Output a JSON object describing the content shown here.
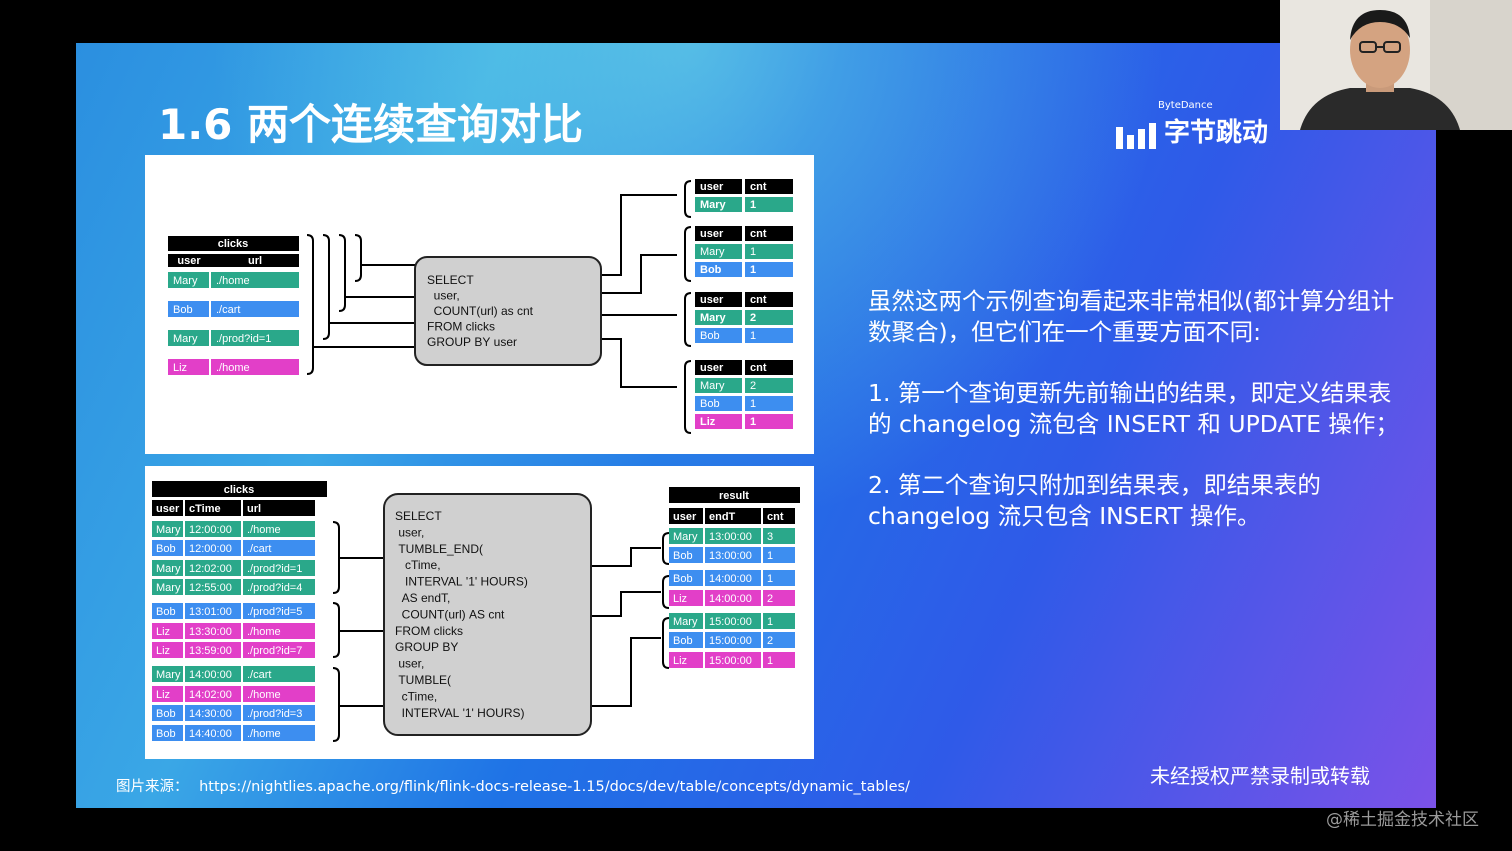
{
  "slide": {
    "title": "1.6 两个连续查询对比",
    "brand_small": "ByteDance",
    "brand": "字节跳动",
    "right_paragraphs": [
      "虽然这两个示例查询看起来非常相似(都计算分组计数聚合)，但它们在一个重要方面不同:",
      "1. 第一个查询更新先前输出的结果，即定义结果表的 changelog 流包含 INSERT 和 UPDATE 操作；",
      "2. 第二个查询只附加到结果表，即结果表的 changelog 流只包含 INSERT 操作。"
    ],
    "copyright": "未经授权严禁录制或转载",
    "source_label": "图片来源：",
    "source_url": "https://nightlies.apache.org/flink/flink-docs-release-1.15/docs/dev/table/concepts/dynamic_tables/"
  },
  "watermark": "@稀土掘金技术社区",
  "colors": {
    "green": "#2aa88a",
    "blue": "#3d8ef0",
    "magenta": "#e23fc8",
    "dark": "#000000"
  },
  "diagram1": {
    "clicks": {
      "title": "clicks",
      "headers": [
        "user",
        "url"
      ],
      "rows": [
        [
          "Mary",
          "./home"
        ],
        [
          "Bob",
          "./cart"
        ],
        [
          "Mary",
          "./prod?id=1"
        ],
        [
          "Liz",
          "./home"
        ]
      ]
    },
    "query": [
      "SELECT",
      "  user,",
      "  COUNT(url) as cnt",
      "FROM clicks",
      "GROUP BY user"
    ],
    "results": [
      {
        "headers": [
          "user",
          "cnt"
        ],
        "rows": [
          [
            "Mary",
            "1"
          ]
        ]
      },
      {
        "headers": [
          "user",
          "cnt"
        ],
        "rows": [
          [
            "Mary",
            "1"
          ],
          [
            "Bob",
            "1"
          ]
        ]
      },
      {
        "headers": [
          "user",
          "cnt"
        ],
        "rows": [
          [
            "Mary",
            "2"
          ],
          [
            "Bob",
            "1"
          ]
        ]
      },
      {
        "headers": [
          "user",
          "cnt"
        ],
        "rows": [
          [
            "Mary",
            "2"
          ],
          [
            "Bob",
            "1"
          ],
          [
            "Liz",
            "1"
          ]
        ]
      }
    ]
  },
  "diagram2": {
    "clicks": {
      "title": "clicks",
      "headers": [
        "user",
        "cTime",
        "url"
      ],
      "rows": [
        [
          "Mary",
          "12:00:00",
          "./home"
        ],
        [
          "Bob",
          "12:00:00",
          "./cart"
        ],
        [
          "Mary",
          "12:02:00",
          "./prod?id=1"
        ],
        [
          "Mary",
          "12:55:00",
          "./prod?id=4"
        ],
        [
          "Bob",
          "13:01:00",
          "./prod?id=5"
        ],
        [
          "Liz",
          "13:30:00",
          "./home"
        ],
        [
          "Liz",
          "13:59:00",
          "./prod?id=7"
        ],
        [
          "Mary",
          "14:00:00",
          "./cart"
        ],
        [
          "Liz",
          "14:02:00",
          "./home"
        ],
        [
          "Bob",
          "14:30:00",
          "./prod?id=3"
        ],
        [
          "Bob",
          "14:40:00",
          "./home"
        ]
      ]
    },
    "query": [
      "SELECT",
      " user,",
      " TUMBLE_END(",
      "   cTime,",
      "   INTERVAL '1' HOURS)",
      "  AS endT,",
      "  COUNT(url) AS cnt",
      "FROM clicks",
      "GROUP BY",
      " user,",
      " TUMBLE(",
      "  cTime,",
      "  INTERVAL '1' HOURS)"
    ],
    "result": {
      "title": "result",
      "headers": [
        "user",
        "endT",
        "cnt"
      ],
      "rows": [
        [
          "Mary",
          "13:00:00",
          "3"
        ],
        [
          "Bob",
          "13:00:00",
          "1"
        ],
        [
          "Bob",
          "14:00:00",
          "1"
        ],
        [
          "Liz",
          "14:00:00",
          "2"
        ],
        [
          "Mary",
          "15:00:00",
          "1"
        ],
        [
          "Bob",
          "15:00:00",
          "2"
        ],
        [
          "Liz",
          "15:00:00",
          "1"
        ]
      ]
    }
  }
}
